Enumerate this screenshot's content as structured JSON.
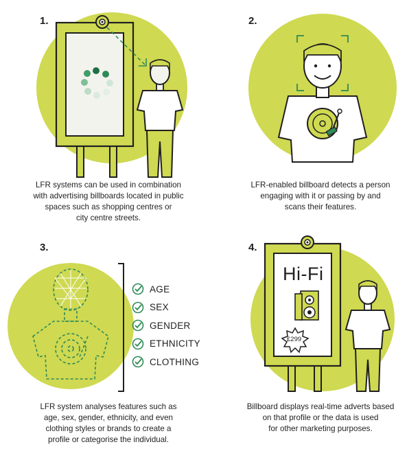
{
  "steps": [
    {
      "number": "1.",
      "caption_lines": [
        "LFR systems can be used in combination",
        "with advertising billboards located in public",
        "spaces such as shopping centres or",
        "city centre streets."
      ]
    },
    {
      "number": "2.",
      "caption_lines": [
        "LFR-enabled billboard detects a person",
        "engaging with it or passing by and",
        "scans their features."
      ]
    },
    {
      "number": "3.",
      "caption_lines": [
        "LFR system analyses features such as",
        "age, sex, gender, ethnicity, and even",
        "clothing styles or brands to create a",
        "profile or categorise the individual."
      ]
    },
    {
      "number": "4.",
      "caption_lines": [
        "Billboard displays real-time adverts based",
        "on that profile or the data is used",
        "for other marketing purposes."
      ]
    }
  ],
  "attributes": [
    "AGE",
    "SEX",
    "GENDER",
    "ETHNICITY",
    "CLOTHING"
  ],
  "advert": {
    "headline": "Hi-Fi",
    "price": "£299"
  },
  "colors": {
    "accent": "#cfd951",
    "ink": "#1f1f1f",
    "green": "#2e8b57",
    "screen": "#f3f3ee"
  },
  "icons": [
    "camera-icon",
    "loading-spinner-icon",
    "face-scan-frame-icon",
    "record-player-icon",
    "checkmark-icon",
    "speaker-icon",
    "price-burst-icon"
  ]
}
